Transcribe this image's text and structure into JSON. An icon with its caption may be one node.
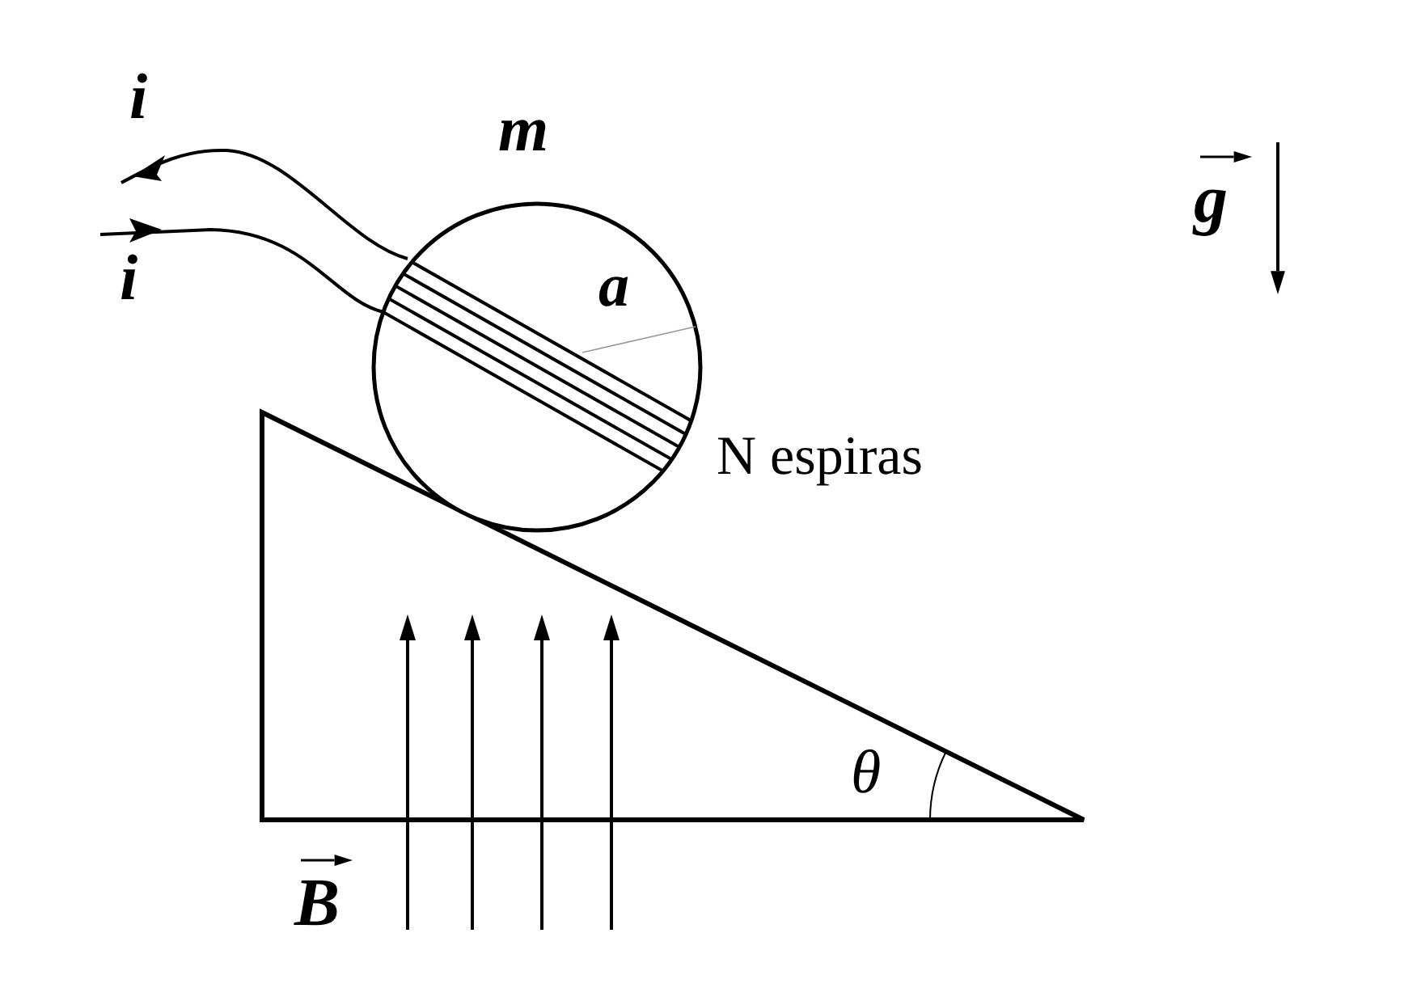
{
  "diagram": {
    "labels": [
      "i",
      "m",
      "g",
      "i",
      "a",
      "N espiras",
      "θ",
      "B"
    ]
  }
}
